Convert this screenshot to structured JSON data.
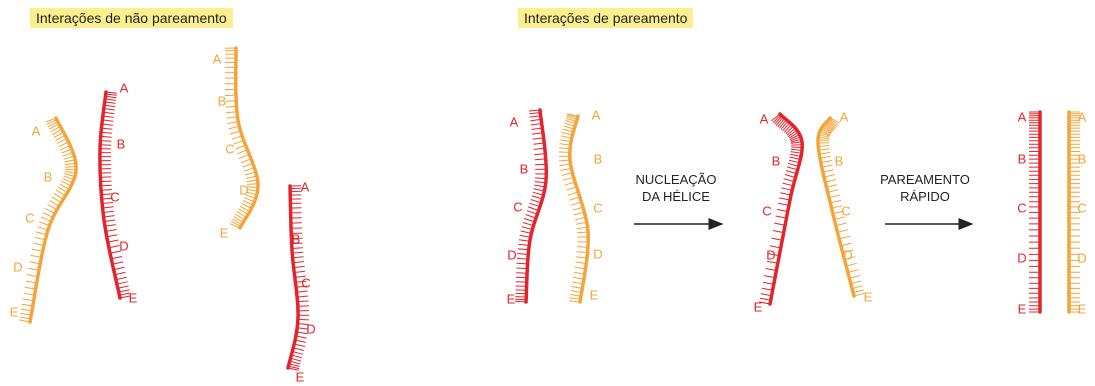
{
  "headers": {
    "non_pairing": "Interações de não pareamento",
    "pairing": "Interações de pareamento"
  },
  "colors": {
    "red_strand": "#e3242b",
    "orange_strand": "#f4a43a",
    "header_bg": "#fbef8f"
  },
  "strand_labels": [
    "A",
    "B",
    "C",
    "D",
    "E"
  ],
  "steps": {
    "nucleation_line1": "NUCLEAÇÃO",
    "nucleation_line2": "DA HÉLICE",
    "zipper_line1": "PAREAMENTO",
    "zipper_line2": "RÁPIDO"
  }
}
